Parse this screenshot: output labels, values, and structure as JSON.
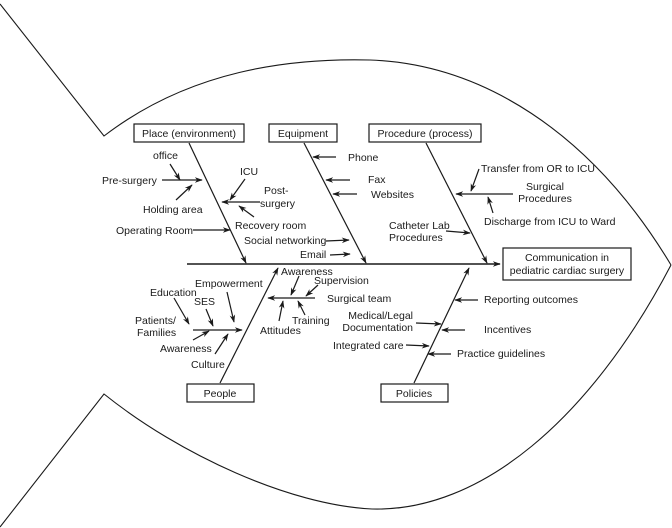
{
  "diagram": {
    "type": "fishbone",
    "effect": {
      "lines": [
        "Communication in",
        "pediatric cardiac surgery"
      ]
    },
    "categories": {
      "place": {
        "label": "Place (environment)",
        "causes": {
          "pre_surgery": {
            "label": "Pre-surgery",
            "sub": {
              "office": "office",
              "holding_area": "Holding area"
            }
          },
          "post_surgery": {
            "lines": [
              "Post-",
              "surgery"
            ],
            "sub": {
              "icu": "ICU",
              "recovery_room": "Recovery room"
            }
          },
          "operating_room": "Operating Room"
        }
      },
      "equipment": {
        "label": "Equipment",
        "causes": {
          "phone": "Phone",
          "fax": "Fax",
          "websites": "Websites",
          "social_networking": "Social networking",
          "email": "Email"
        }
      },
      "procedure": {
        "label": "Procedure (process)",
        "causes": {
          "surgical_procedures": {
            "lines": [
              "Surgical",
              "Procedures"
            ],
            "sub": {
              "transfer": "Transfer from OR to ICU",
              "discharge": "Discharge from ICU to Ward"
            }
          },
          "catheter_lab": {
            "lines": [
              "Catheter Lab",
              "Procedures"
            ]
          }
        }
      },
      "people": {
        "label": "People",
        "causes": {
          "patients_families": {
            "lines": [
              "Patients/",
              "Families"
            ],
            "sub": {
              "education": "Education",
              "ses": "SES",
              "empowerment": "Empowerment",
              "awareness": "Awareness",
              "culture": "Culture"
            }
          },
          "surgical_team": {
            "label": "Surgical team",
            "sub": {
              "awareness": "Awareness",
              "supervision": "Supervision",
              "training": "Training",
              "attitudes": "Attitudes"
            }
          }
        }
      },
      "policies": {
        "label": "Policies",
        "causes": {
          "reporting_outcomes": "Reporting outcomes",
          "medical_legal": {
            "lines": [
              "Medical/Legal",
              "Documentation"
            ]
          },
          "incentives": "Incentives",
          "integrated_care": "Integrated care",
          "practice_guidelines": "Practice guidelines"
        }
      }
    }
  }
}
